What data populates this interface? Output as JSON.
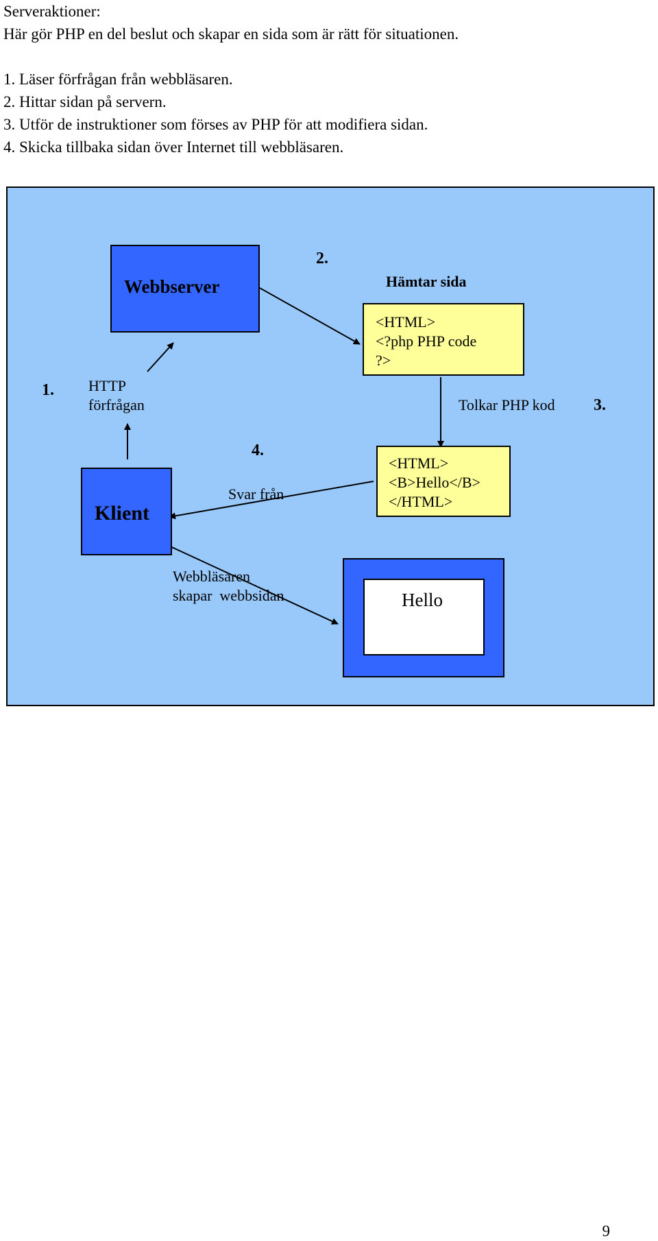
{
  "intro": {
    "heading": "Serveraktioner:",
    "description": "Här gör PHP en del beslut och skapar en sida som är rätt för situationen.",
    "steps": [
      "1. Läser förfrågan från webbläsaren.",
      "2. Hittar sidan på servern.",
      "3. Utför de instruktioner som förses av PHP för att modifiera sidan.",
      "4. Skicka tillbaka sidan över Internet till webbläsaren."
    ]
  },
  "diagram": {
    "webserver_label": "Webbserver",
    "step2_number": "2.",
    "fetch_label": "Hämtar sida",
    "php_source_lines": [
      "<HTML>",
      "<?php PHP code",
      "?>"
    ],
    "step1_number": "1.",
    "http_request_lines": [
      "HTTP",
      "förfrågan"
    ],
    "interpret_label": "Tolkar PHP kod",
    "step3_number": "3.",
    "step4_number": "4.",
    "html_output_lines": [
      "<HTML>",
      "<B>Hello</B>",
      "</HTML>"
    ],
    "response_label": "Svar från",
    "client_label": "Klient",
    "browser_lines": [
      "Webbläsaren",
      "skapar  webbsidan"
    ],
    "rendered_page_text": "Hello"
  },
  "page_number": "9",
  "colors": {
    "diagram_background": "#99c9fb",
    "server_box": "#3366ff",
    "code_box": "#ffff99"
  }
}
